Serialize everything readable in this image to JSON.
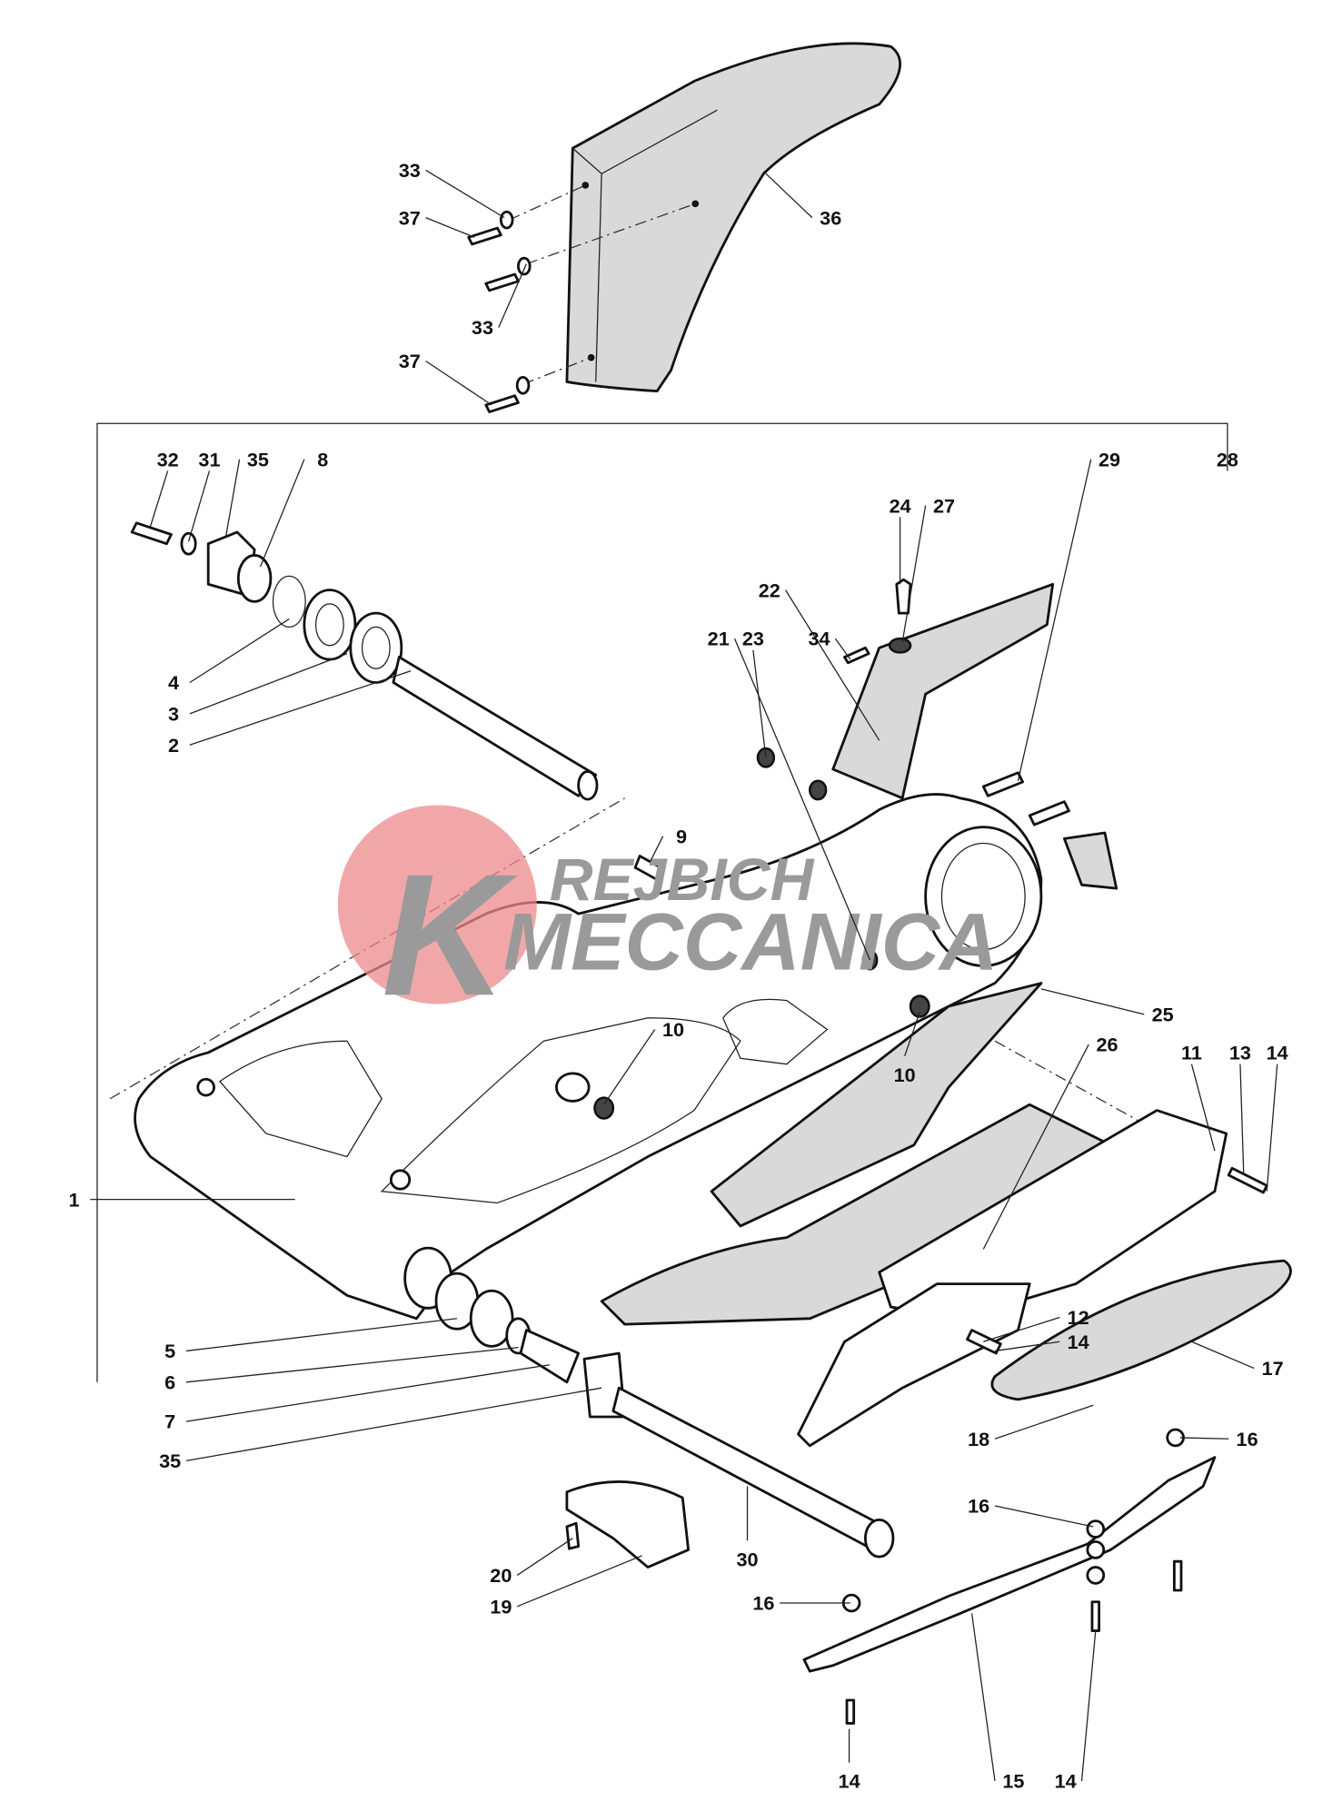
{
  "diagram": {
    "watermark": {
      "logo_letter": "K",
      "line1": "REJBICH",
      "line2": "MECCANICA",
      "brand_color": "#e9787a"
    },
    "labels": [
      "33",
      "37",
      "36",
      "33",
      "37",
      "32",
      "31",
      "35",
      "8",
      "29",
      "28",
      "24",
      "27",
      "22",
      "21",
      "23",
      "34",
      "4",
      "3",
      "2",
      "9",
      "10",
      "25",
      "26",
      "11",
      "13",
      "14",
      "10",
      "1",
      "12",
      "14",
      "17",
      "5",
      "6",
      "7",
      "35",
      "18",
      "16",
      "16",
      "30",
      "20",
      "16",
      "19",
      "14",
      "15",
      "14"
    ]
  }
}
